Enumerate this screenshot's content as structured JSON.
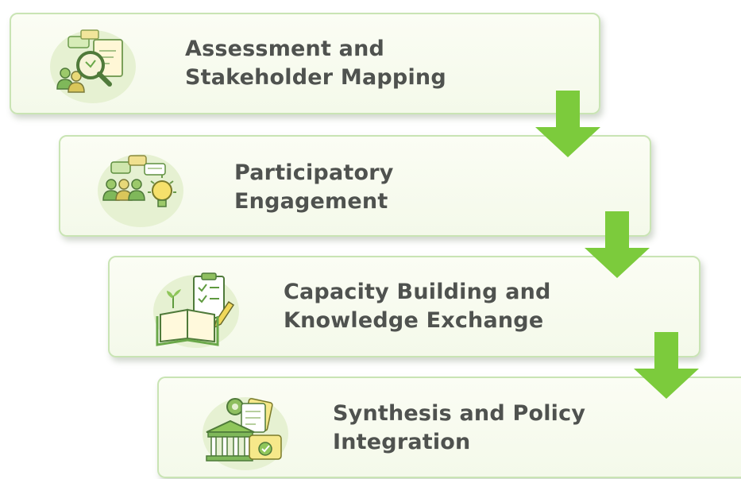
{
  "diagram": {
    "steps": [
      {
        "line1": "Assessment and",
        "line2": "Stakeholder Mapping",
        "icon": "assessment-magnifier-icon"
      },
      {
        "line1": "Participatory",
        "line2": "Engagement",
        "icon": "participation-people-icon"
      },
      {
        "line1": "Capacity Building and",
        "line2": "Knowledge Exchange",
        "icon": "capacity-book-icon"
      },
      {
        "line1": "Synthesis and Policy",
        "line2": "Integration",
        "icon": "policy-building-icon"
      }
    ],
    "connector": "arrow-down-icon"
  },
  "colors": {
    "card_border": "#c9e4b4",
    "card_fill": "#f4f9ea",
    "text": "#4f524f",
    "arrow": "#7ccb3c",
    "icon_green": "#6ab04c",
    "icon_yellow": "#f0dc6a"
  }
}
